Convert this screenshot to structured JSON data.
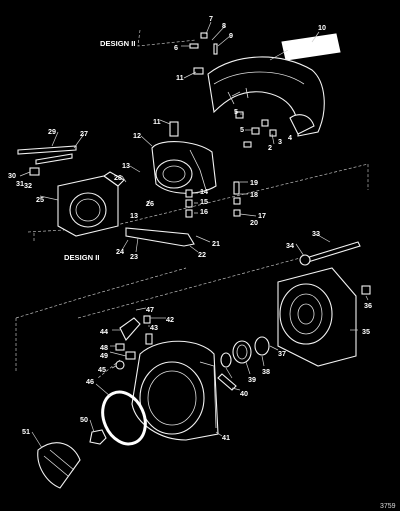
{
  "figure_number": "3759",
  "design_labels": [
    "DESIGN II",
    "DESIGN II"
  ],
  "callouts": [
    "1",
    "2",
    "3",
    "4",
    "5",
    "5",
    "6",
    "7",
    "8",
    "9",
    "10",
    "11",
    "11",
    "12",
    "13",
    "13",
    "14",
    "15",
    "16",
    "17",
    "18",
    "19",
    "20",
    "21",
    "22",
    "23",
    "24",
    "25",
    "26",
    "27",
    "28",
    "29",
    "30",
    "31",
    "32",
    "33",
    "34",
    "35",
    "36",
    "37",
    "38",
    "39",
    "40",
    "41",
    "42",
    "43",
    "44",
    "45",
    "46",
    "47",
    "48",
    "49",
    "50",
    "51"
  ]
}
